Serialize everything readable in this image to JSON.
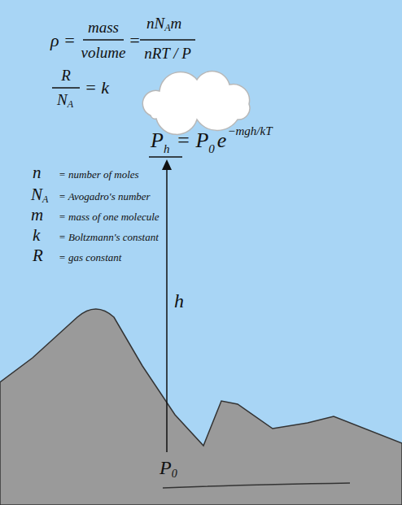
{
  "diagram": {
    "labels": [
      "ρ =",
      "mass",
      "volume",
      "=",
      "nN",
      "A",
      "m",
      "nRT / P",
      "R",
      "N",
      "A",
      "= k",
      "n",
      "= number of moles",
      "N",
      "A",
      "= Avogadro's number",
      "m",
      "= mass of one molecule",
      "k",
      "= Boltzmann's constant",
      "R",
      "= gas constant",
      "P",
      "h",
      "= P",
      "0",
      "e",
      "−mgh/kT",
      "h",
      "P",
      "0"
    ]
  }
}
